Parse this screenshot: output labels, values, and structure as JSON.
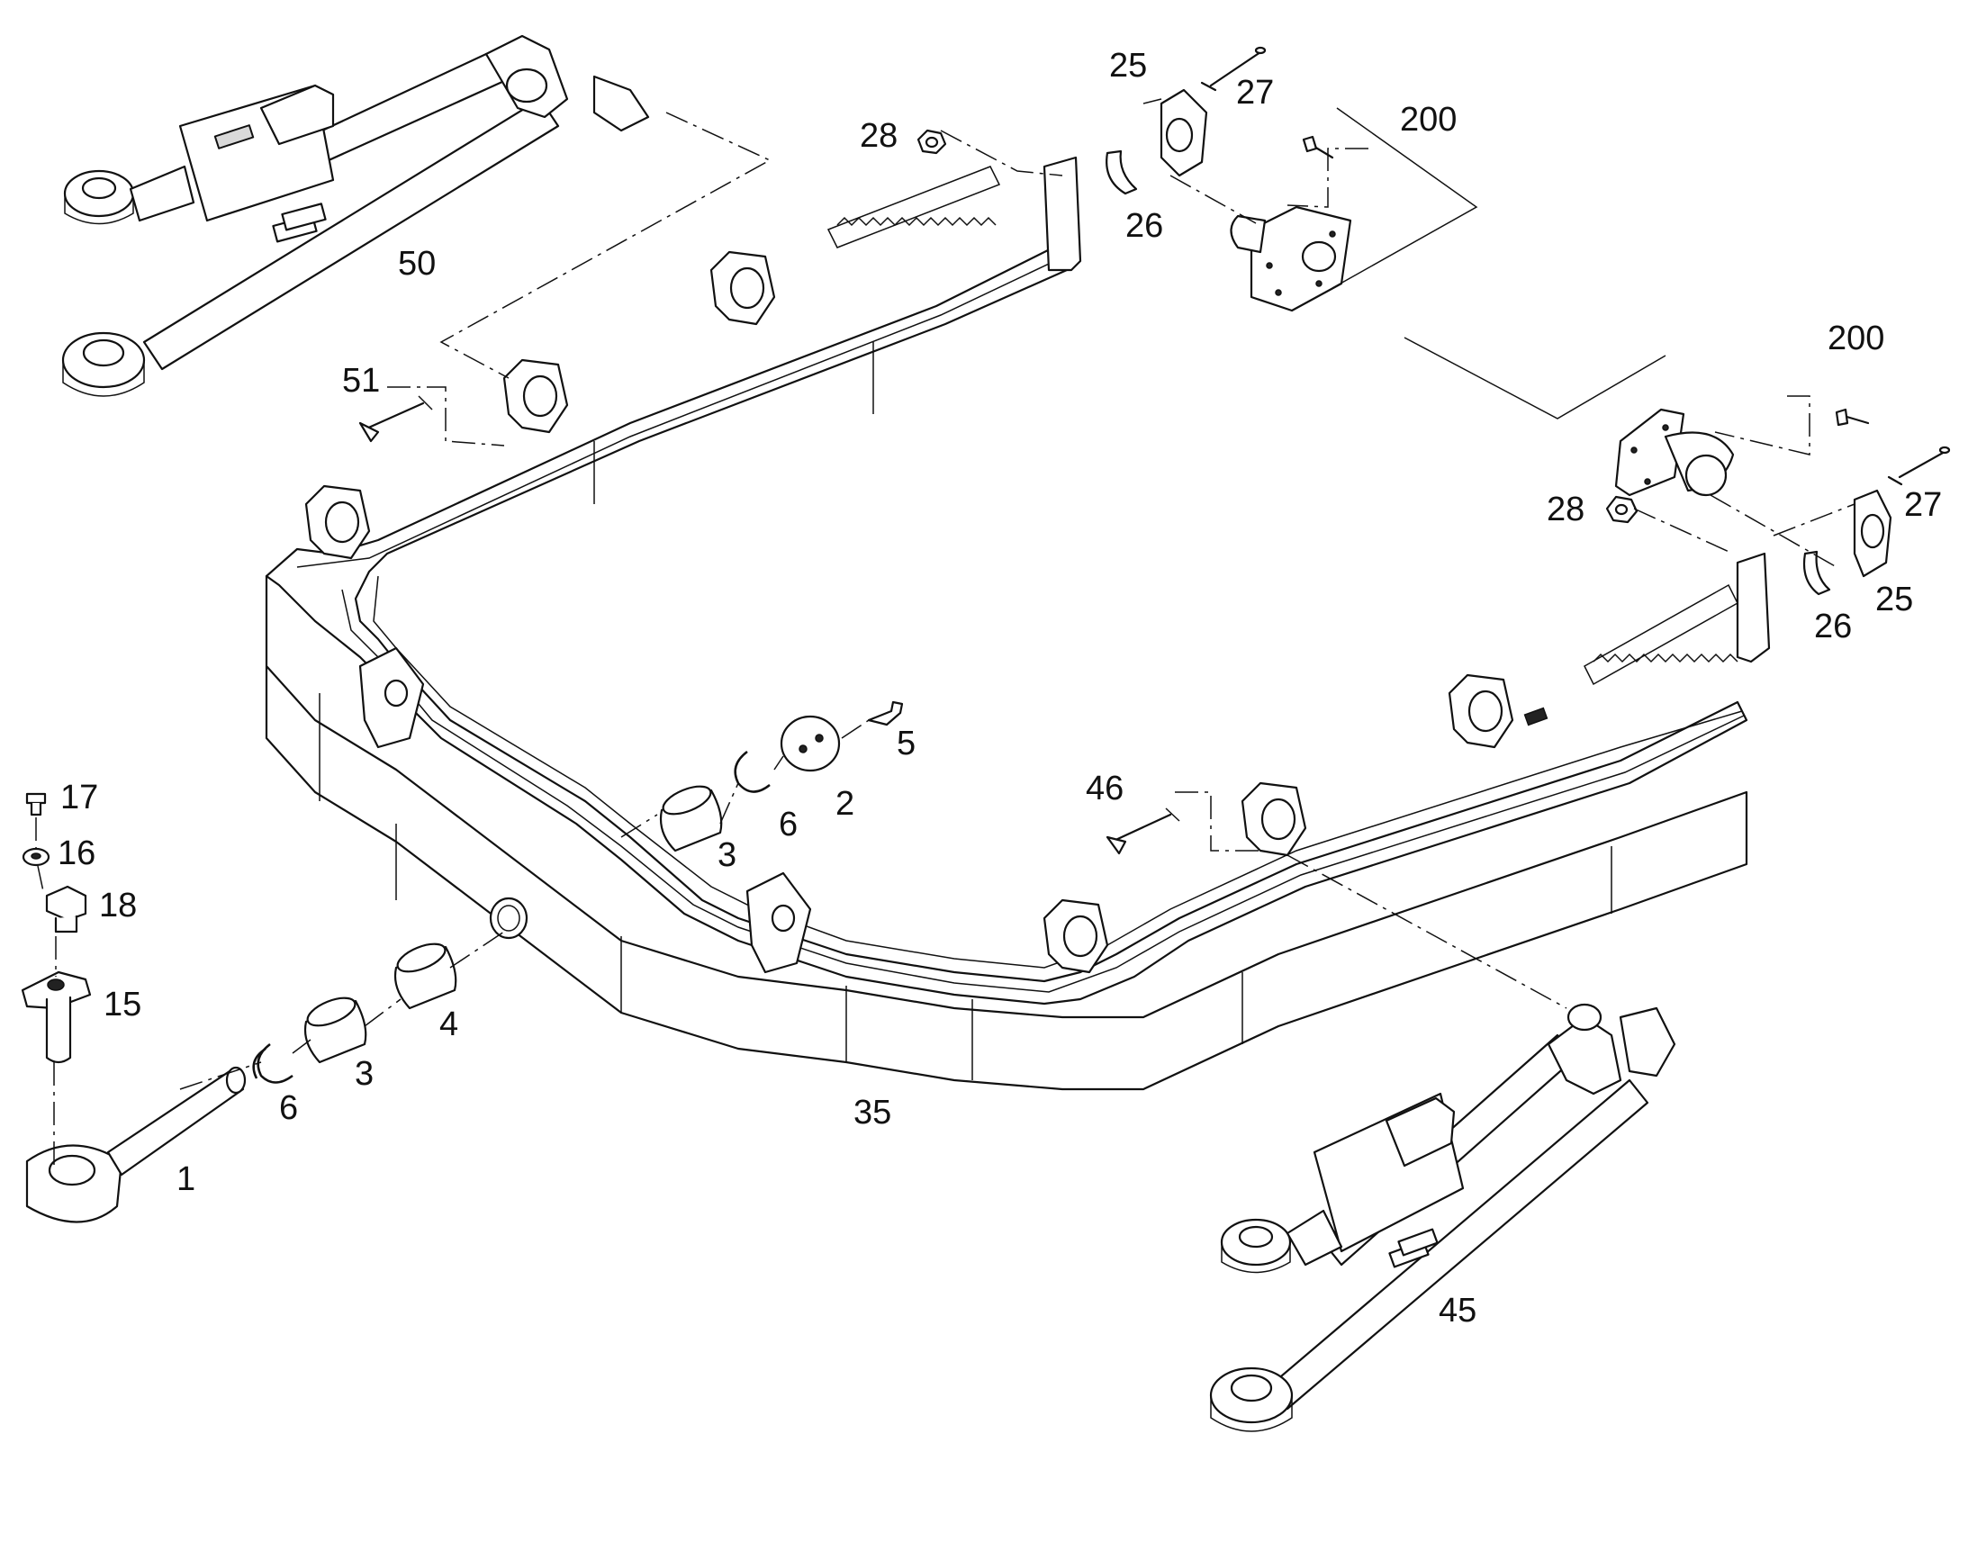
{
  "diagram": {
    "callouts": [
      {
        "id": "c25a",
        "text": "25"
      },
      {
        "id": "c27a",
        "text": "27"
      },
      {
        "id": "c200a",
        "text": "200"
      },
      {
        "id": "c28a",
        "text": "28"
      },
      {
        "id": "c26a",
        "text": "26"
      },
      {
        "id": "c50",
        "text": "50"
      },
      {
        "id": "c51",
        "text": "51"
      },
      {
        "id": "c200b",
        "text": "200"
      },
      {
        "id": "c27b",
        "text": "27"
      },
      {
        "id": "c28b",
        "text": "28"
      },
      {
        "id": "c25b",
        "text": "25"
      },
      {
        "id": "c26b",
        "text": "26"
      },
      {
        "id": "c5",
        "text": "5"
      },
      {
        "id": "c2",
        "text": "2"
      },
      {
        "id": "c6a",
        "text": "6"
      },
      {
        "id": "c3a",
        "text": "3"
      },
      {
        "id": "c46",
        "text": "46"
      },
      {
        "id": "c17",
        "text": "17"
      },
      {
        "id": "c16",
        "text": "16"
      },
      {
        "id": "c18",
        "text": "18"
      },
      {
        "id": "c15",
        "text": "15"
      },
      {
        "id": "c4",
        "text": "4"
      },
      {
        "id": "c3b",
        "text": "3"
      },
      {
        "id": "c6b",
        "text": "6"
      },
      {
        "id": "c1",
        "text": "1"
      },
      {
        "id": "c35",
        "text": "35"
      },
      {
        "id": "c45",
        "text": "45"
      }
    ]
  }
}
